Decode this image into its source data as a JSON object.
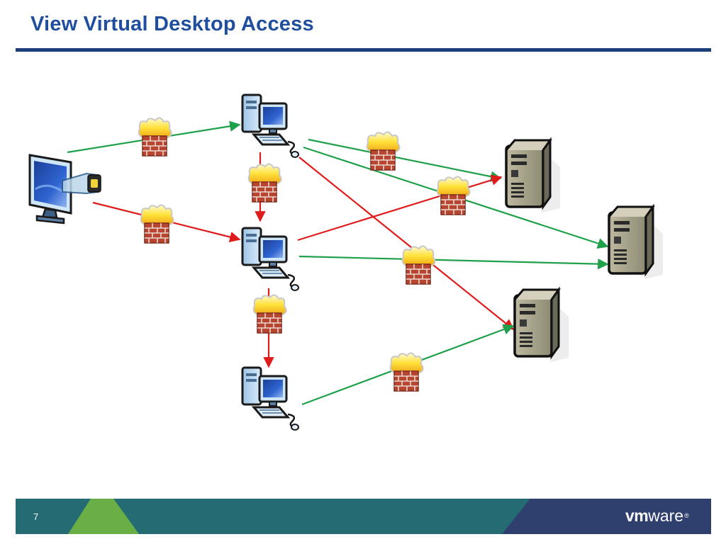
{
  "slide": {
    "title": "View Virtual Desktop Access",
    "page_number": "7"
  },
  "brand": {
    "logo_text_bold": "vm",
    "logo_text_regular": "ware",
    "logo_mark": "®"
  },
  "colors": {
    "title": "#1f4e9e",
    "rule": "#1b3f7a",
    "allowed_connection": "#1fa04a",
    "blocked_connection": "#e01b1b",
    "footer_teal": "#246b74",
    "footer_green": "#6aaf45",
    "footer_navy": "#2f3f6e"
  },
  "diagram": {
    "nodes": [
      {
        "id": "client",
        "icon": "monitor-with-usb-icon"
      },
      {
        "id": "desktop-top",
        "icon": "desktop-computer-icon"
      },
      {
        "id": "desktop-middle",
        "icon": "desktop-computer-icon"
      },
      {
        "id": "desktop-bottom",
        "icon": "desktop-computer-icon"
      },
      {
        "id": "server-top",
        "icon": "tower-server-icon"
      },
      {
        "id": "server-middle",
        "icon": "tower-server-icon"
      },
      {
        "id": "server-bottom",
        "icon": "tower-server-icon"
      }
    ],
    "connections": [
      {
        "from": "client",
        "to": "desktop-top",
        "status": "allowed"
      },
      {
        "from": "client",
        "to": "desktop-middle",
        "status": "blocked"
      },
      {
        "from": "desktop-top",
        "to": "desktop-middle",
        "status": "blocked"
      },
      {
        "from": "desktop-middle",
        "to": "desktop-bottom",
        "status": "blocked"
      },
      {
        "from": "desktop-top",
        "to": "server-top",
        "status": "allowed"
      },
      {
        "from": "desktop-top",
        "to": "server-middle",
        "status": "allowed"
      },
      {
        "from": "desktop-top",
        "to": "server-bottom",
        "status": "blocked"
      },
      {
        "from": "desktop-middle",
        "to": "server-top",
        "status": "blocked"
      },
      {
        "from": "desktop-middle",
        "to": "server-middle",
        "status": "allowed"
      },
      {
        "from": "desktop-bottom",
        "to": "server-bottom",
        "status": "allowed"
      }
    ],
    "firewall_icon": "firewall-brick-wall-icon",
    "firewall_count": 8
  }
}
